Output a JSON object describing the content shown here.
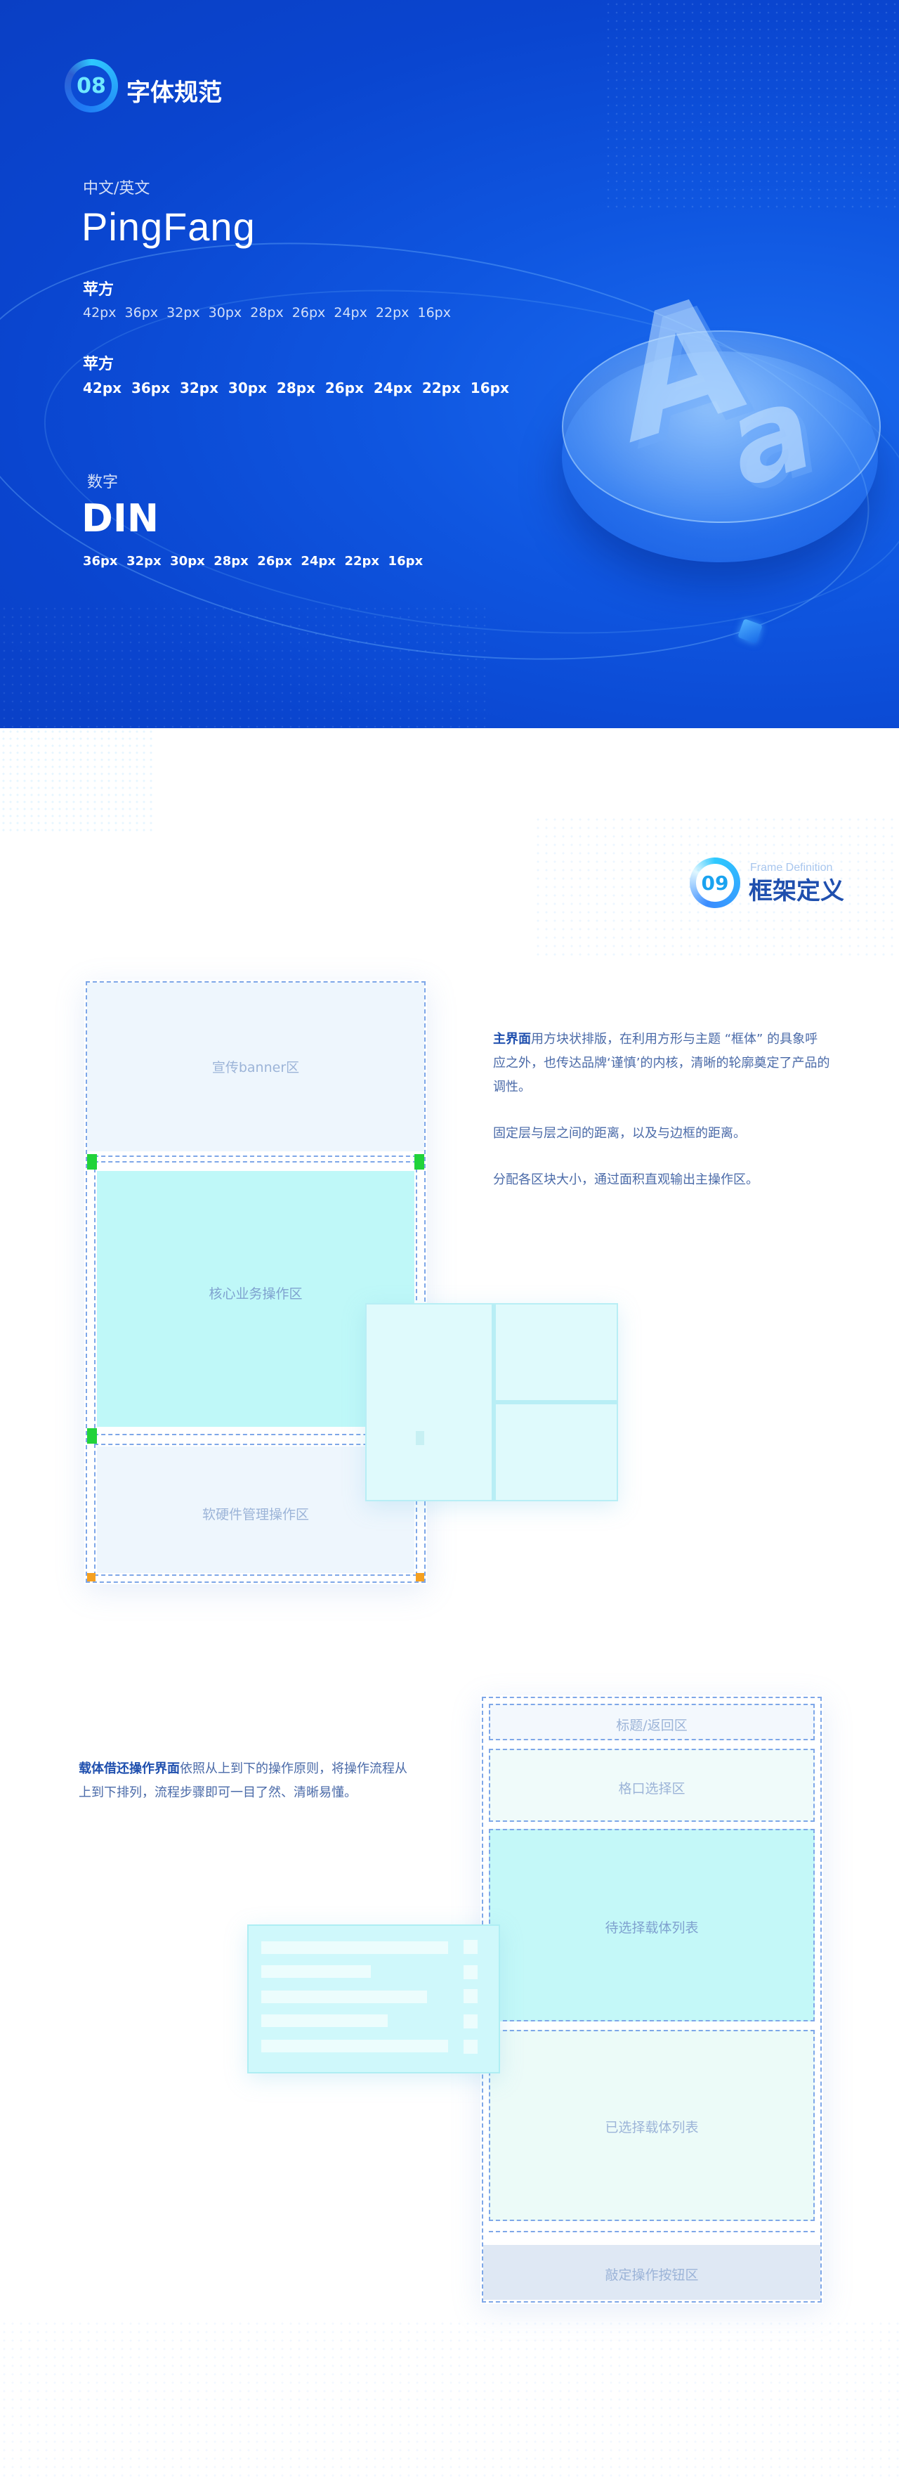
{
  "section08": {
    "number": "08",
    "title": "字体规范",
    "cn_en_label": "中文/英文",
    "font_name": "PingFang",
    "group1": {
      "name": "苹方",
      "sizes": "42px  36px  32px  30px  28px  26px  24px  22px  16px"
    },
    "group2": {
      "name": "苹方",
      "sizes": "42px  36px  32px  30px  28px  26px  24px  22px  16px"
    },
    "digit_label": "数字",
    "digit_font": "DIN",
    "digit_sizes": "36px  32px  30px  28px  26px  24px  22px  16px",
    "illustration_glyph_big": "A",
    "illustration_glyph_small": "a"
  },
  "section09": {
    "number": "09",
    "subtitle": "Frame Definition",
    "title": "框架定义",
    "frame1": {
      "zone_banner": "宣传banner区",
      "zone_core": "核心业务操作区",
      "zone_hw": "软硬件管理操作区"
    },
    "desc1": {
      "p1_bold": "主界面",
      "p1_rest": "用方块状排版，在利用方形与主题 “框体” 的具象呼应之外，也传达品牌‘谨慎’的内核，清晰的轮廓奠定了产品的调性。",
      "p2": "固定层与层之间的距离，以及与边框的距离。",
      "p3": "分配各区块大小，通过面积直观输出主操作区。"
    },
    "desc2": {
      "bold": "载体借还操作界面",
      "rest": "依照从上到下的操作原则，将操作流程从上到下排列，流程步骤即可一目了然、清晰易懂。"
    },
    "frame2": {
      "zone_title": "标题/返回区",
      "zone_slot": "格口选择区",
      "zone_pending": "待选择载体列表",
      "zone_selected": "已选择载体列表",
      "zone_confirm": "敲定操作按钮区"
    }
  },
  "colors": {
    "banner_blue": "#0f56e0",
    "accent_cyan": "#2ec9ff",
    "title_navy": "#1f4fae",
    "core_zone": "#bff8f8",
    "handle_green": "#22d33a",
    "corner_orange": "#f5a020"
  }
}
